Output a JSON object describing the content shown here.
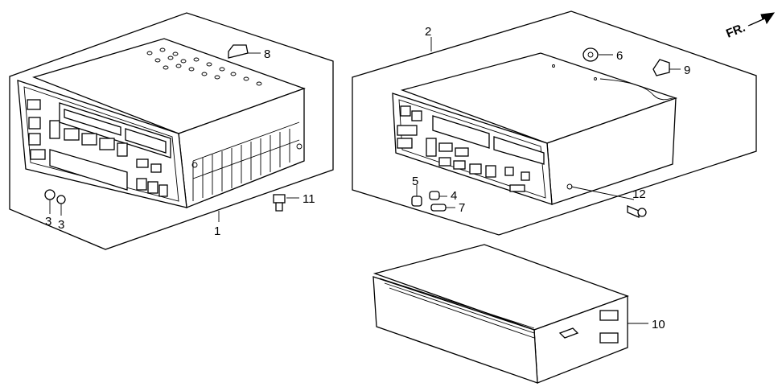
{
  "direction_label": "FR.",
  "callouts": [
    "1",
    "2",
    "3",
    "3",
    "4",
    "5",
    "6",
    "7",
    "8",
    "9",
    "10",
    "11",
    "12"
  ],
  "icons": [
    "forward-arrow-icon"
  ]
}
